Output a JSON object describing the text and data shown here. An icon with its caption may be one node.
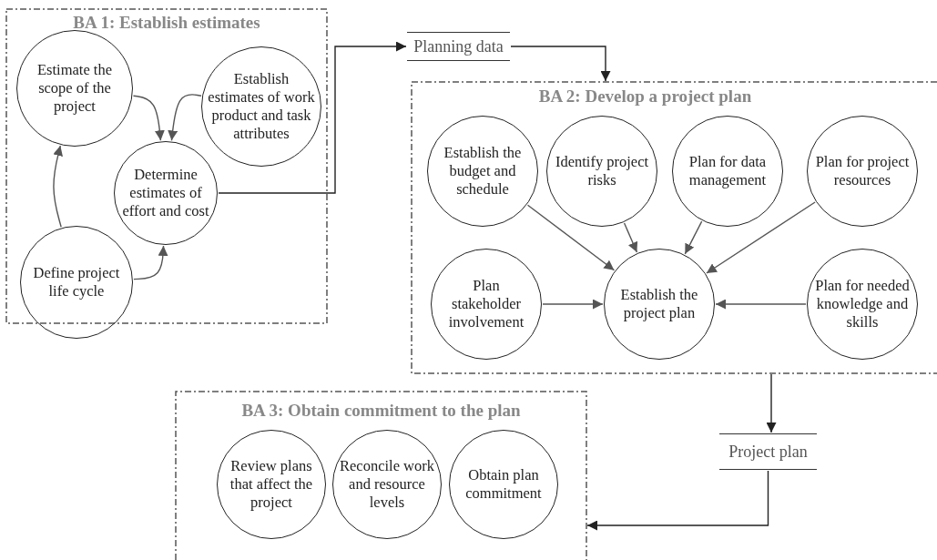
{
  "diagram": {
    "nodes": [
      {
        "text": [
          "BA 1: Establish estimates"
        ]
      },
      {
        "text": [
          "Estimate the scope of the project"
        ],
        "in": 0
      },
      {
        "text": [
          "Establish estimates of work product and task attributes"
        ],
        "in": 0
      },
      {
        "text": [
          "Determine estimates of effort and cost"
        ],
        "in": 0
      },
      {
        "text": [
          "Define project life cycle"
        ],
        "in": 0
      },
      {
        "text": [
          "Planning data"
        ]
      },
      {
        "text": [
          "BA 2: Develop a project plan"
        ]
      },
      {
        "text": [
          "Establish the budget and schedule"
        ],
        "in": 6
      },
      {
        "text": [
          "Identify project risks"
        ],
        "in": 6
      },
      {
        "text": [
          "Plan for data management"
        ],
        "in": 6
      },
      {
        "text": [
          "Plan for project resources"
        ],
        "in": 6
      },
      {
        "text": [
          "Plan stakeholder involvement"
        ],
        "in": 6
      },
      {
        "text": [
          "Establish the project plan"
        ],
        "in": 6
      },
      {
        "text": [
          "Plan for needed knowledge and skills"
        ],
        "in": 6
      },
      {
        "text": [
          "Project plan"
        ]
      },
      {
        "text": [
          "BA 3: Obtain commitment to the plan"
        ]
      },
      {
        "text": [
          "Review plans that affect the project"
        ],
        "in": 15
      },
      {
        "text": [
          "Reconcile work and resource levels"
        ],
        "in": 15
      },
      {
        "text": [
          "Obtain plan commitment"
        ],
        "in": 15
      }
    ],
    "edges": [
      {
        "from": 1,
        "to": 3,
        "arrow": "to"
      },
      {
        "from": 2,
        "to": 3,
        "arrow": "to"
      },
      {
        "from": 4,
        "to": 1,
        "arrow": "to"
      },
      {
        "from": 4,
        "to": 3,
        "arrow": "to"
      },
      {
        "from": 3,
        "to": 5,
        "arrow": "to",
        "color": "#222222"
      },
      {
        "from": 5,
        "to": 6,
        "arrow": "to",
        "color": "#222222"
      },
      {
        "from": 7,
        "to": 12,
        "arrow": "to"
      },
      {
        "from": 8,
        "to": 12,
        "arrow": "to"
      },
      {
        "from": 9,
        "to": 12,
        "arrow": "to"
      },
      {
        "from": 10,
        "to": 12,
        "arrow": "to"
      },
      {
        "from": 11,
        "to": 12,
        "arrow": "to"
      },
      {
        "from": 13,
        "to": 12,
        "arrow": "to"
      },
      {
        "from": 6,
        "to": 14,
        "arrow": "to",
        "color": "#222222"
      },
      {
        "from": 14,
        "to": 15,
        "arrow": "to",
        "color": "#222222"
      }
    ]
  }
}
